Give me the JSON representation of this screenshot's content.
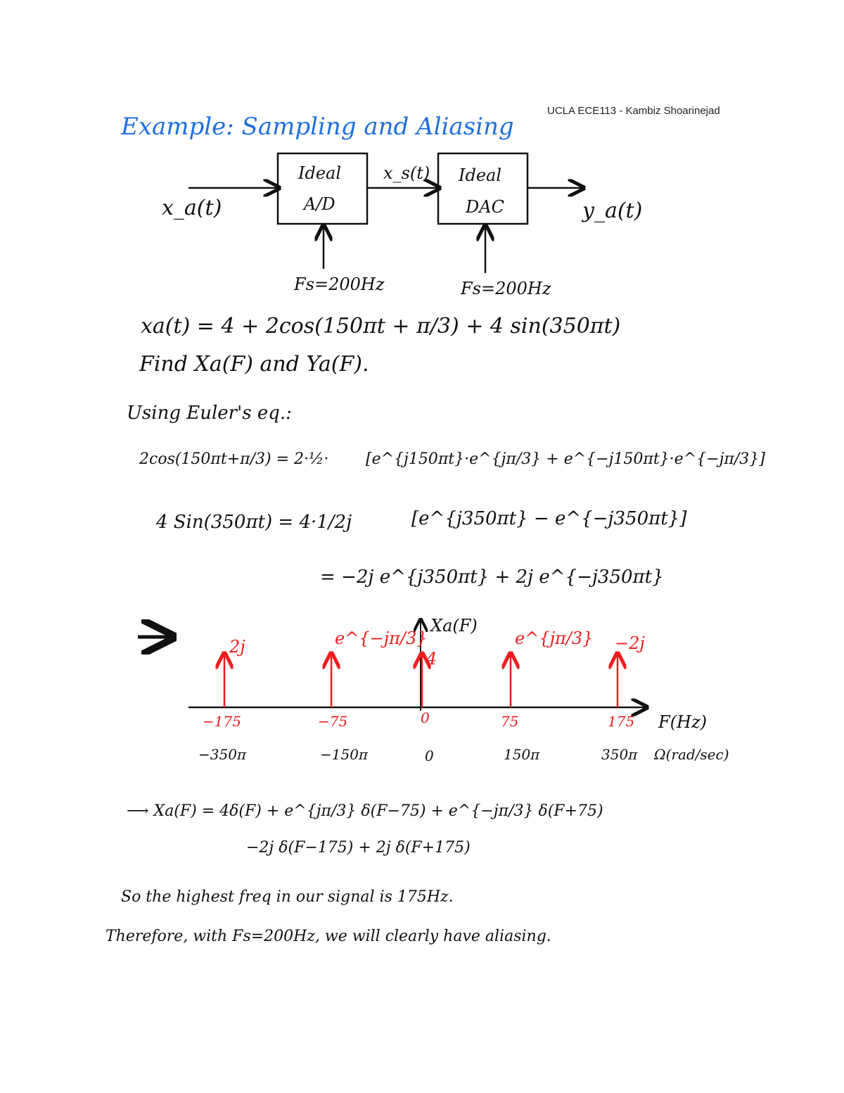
{
  "header": "UCLA ECE113 - Kambiz Shoarinejad",
  "title": "Example: Sampling and Aliasing",
  "diagram": {
    "input_label": "x_a(t)",
    "block1": [
      "Ideal",
      "A/D"
    ],
    "mid_label": "x_s(t)",
    "block2": [
      "Ideal",
      "DAC"
    ],
    "output_label": "y_a(t)",
    "fs1": "Fs=200Hz",
    "fs2": "Fs=200Hz"
  },
  "equations": {
    "signal": "xa(t) = 4 + 2cos(150πt + π/3) + 4 sin(350πt)",
    "find": "Find Xa(F) and Ya(F).",
    "euler_intro": "Using Euler's eq.:",
    "cos_lhs": "2cos(150πt+π/3) = 2·½·",
    "cos_rhs": "[e^{j150πt}·e^{jπ/3} + e^{−j150πt}·e^{−jπ/3}]",
    "sin_lhs": "4 Sin(350πt) = 4·1/2j",
    "sin_rhs": "[e^{j350πt} − e^{−j350πt}]",
    "sin_result": "= −2j e^{j350πt} + 2j e^{−j350πt}"
  },
  "spectrum": {
    "arrow": "⟶",
    "axis_label": "Xa(F)",
    "x_unit": "F(Hz)",
    "omega_unit": "Ω(rad/sec)",
    "impulses": [
      {
        "F": "−175",
        "omega": "−350π",
        "label": "2j"
      },
      {
        "F": "−75",
        "omega": "−150π",
        "label": "e^{−jπ/3}"
      },
      {
        "F": "0",
        "omega": "0",
        "label": "4"
      },
      {
        "F": "75",
        "omega": "150π",
        "label": "e^{jπ/3}"
      },
      {
        "F": "175",
        "omega": "350π",
        "label": "−2j"
      }
    ],
    "color": "#ee1c1c"
  },
  "result": {
    "line1": "⟶ Xa(F) = 4δ(F) + e^{jπ/3} δ(F−75) + e^{−jπ/3} δ(F+75)",
    "line2": "−2j δ(F−175) + 2j δ(F+175)"
  },
  "conclusion": {
    "line1": "So the highest freq in our signal is 175Hz.",
    "line2": "Therefore, with Fs=200Hz, we will clearly have aliasing."
  },
  "colors": {
    "title": "#1f6fe0",
    "ink": "#111111",
    "spectrum": "#ee1c1c"
  }
}
